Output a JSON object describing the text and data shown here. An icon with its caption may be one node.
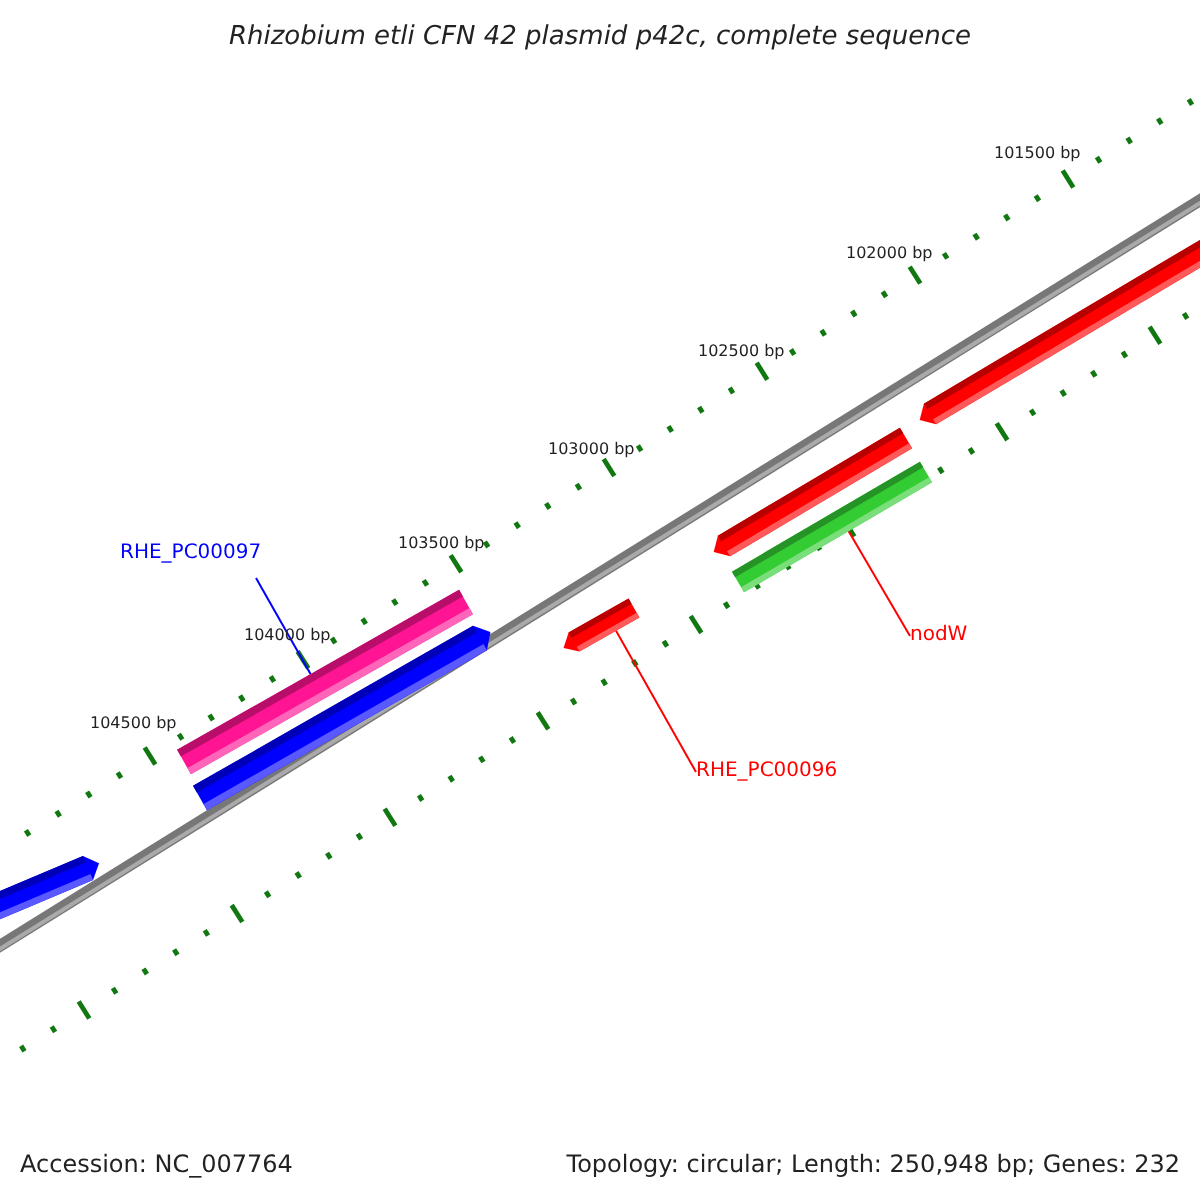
{
  "diagram": {
    "title": "Rhizobium etli CFN 42 plasmid p42c, complete sequence",
    "nodes": [
      {
        "text": [],
        "shape": "bar"
      },
      {
        "text": [],
        "shape": "bar"
      },
      {
        "text": [],
        "shape": "bar"
      },
      {
        "text": [],
        "shape": "bar"
      },
      {
        "text": [],
        "shape": "bar"
      },
      {
        "text": [],
        "shape": "bar"
      },
      {
        "text": [],
        "shape": "bar"
      },
      {
        "text": [
          "RHE_PC00097"
        ]
      },
      {
        "text": [
          "nodW"
        ]
      },
      {
        "text": [
          "RHE_PC00096"
        ]
      }
    ],
    "edges": [
      {
        "from": 7,
        "to": 1,
        "arrow": "none",
        "color": "#0000ff"
      },
      {
        "from": 8,
        "to": 5,
        "arrow": "none"
      },
      {
        "from": 9,
        "to": 3,
        "arrow": "none"
      }
    ],
    "labels": [
      "101500 bp",
      "102000 bp",
      "102500 bp",
      "103000 bp",
      "103500 bp",
      "104000 bp",
      "104500 bp",
      "Accession: NC_007764",
      "Topology: circular; Length: 250,948 bp; Genes: 232"
    ]
  }
}
